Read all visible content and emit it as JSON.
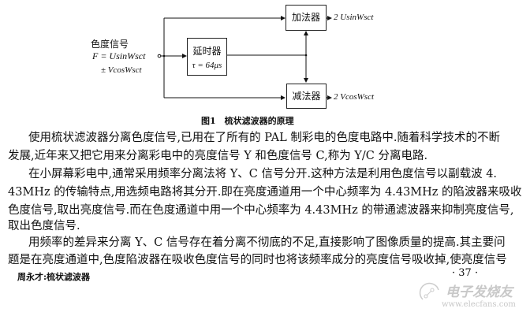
{
  "figure": {
    "input_label": "色度信号",
    "input_formula_1": "F = UsinWsct",
    "input_formula_2": "± VcosWsct",
    "delay_block": {
      "label": "延时器",
      "param": "τ = 64μs"
    },
    "adder_block": {
      "label": "加法器",
      "output": "2 UsinWsct"
    },
    "subtractor_block": {
      "label": "减法器",
      "output": "2 VcosWsct"
    },
    "caption": "图1　梳状滤波器的原理"
  },
  "body": {
    "lines": [
      "使用梳状滤波器分离色度信号,已用在了所有的 PAL 制彩电的色度电路中.随着科学技术的不断",
      "发展,近年来又把它用来分离彩电中的亮度信号 Y 和色度信号 C,称为 Y/C 分离电路.",
      "在小屏幕彩电中,通常采用频率分离法将 Y、C 信号分开.这种方法是利用色度信号以副载波 4.",
      "43MHz 的传输特点,用选频电路将其分开.即在亮度通道用一个中心频率为 4.43MHz 的陷波器来吸收",
      "色度信号,取出亮度信号.而在色度通道中用一个中心频率为 4.43MHz 的带通滤波器来抑制亮度信号,",
      "取出色度信号.",
      "用频率的差异来分离 Y、C 信号存在着分离不彻底的不足,直接影响了图像质量的提高.其主要问",
      "题是在亮度通道中,色度陷波器在吸收色度信号的同时也将该频率成分的亮度信号吸收掉,使亮度信号"
    ]
  },
  "footer": {
    "running_title": "周永才:梳状滤波器",
    "page_number": "· 37 ·"
  },
  "watermark": {
    "brand": "电子发烧友",
    "url": "www.elecfans.com"
  }
}
